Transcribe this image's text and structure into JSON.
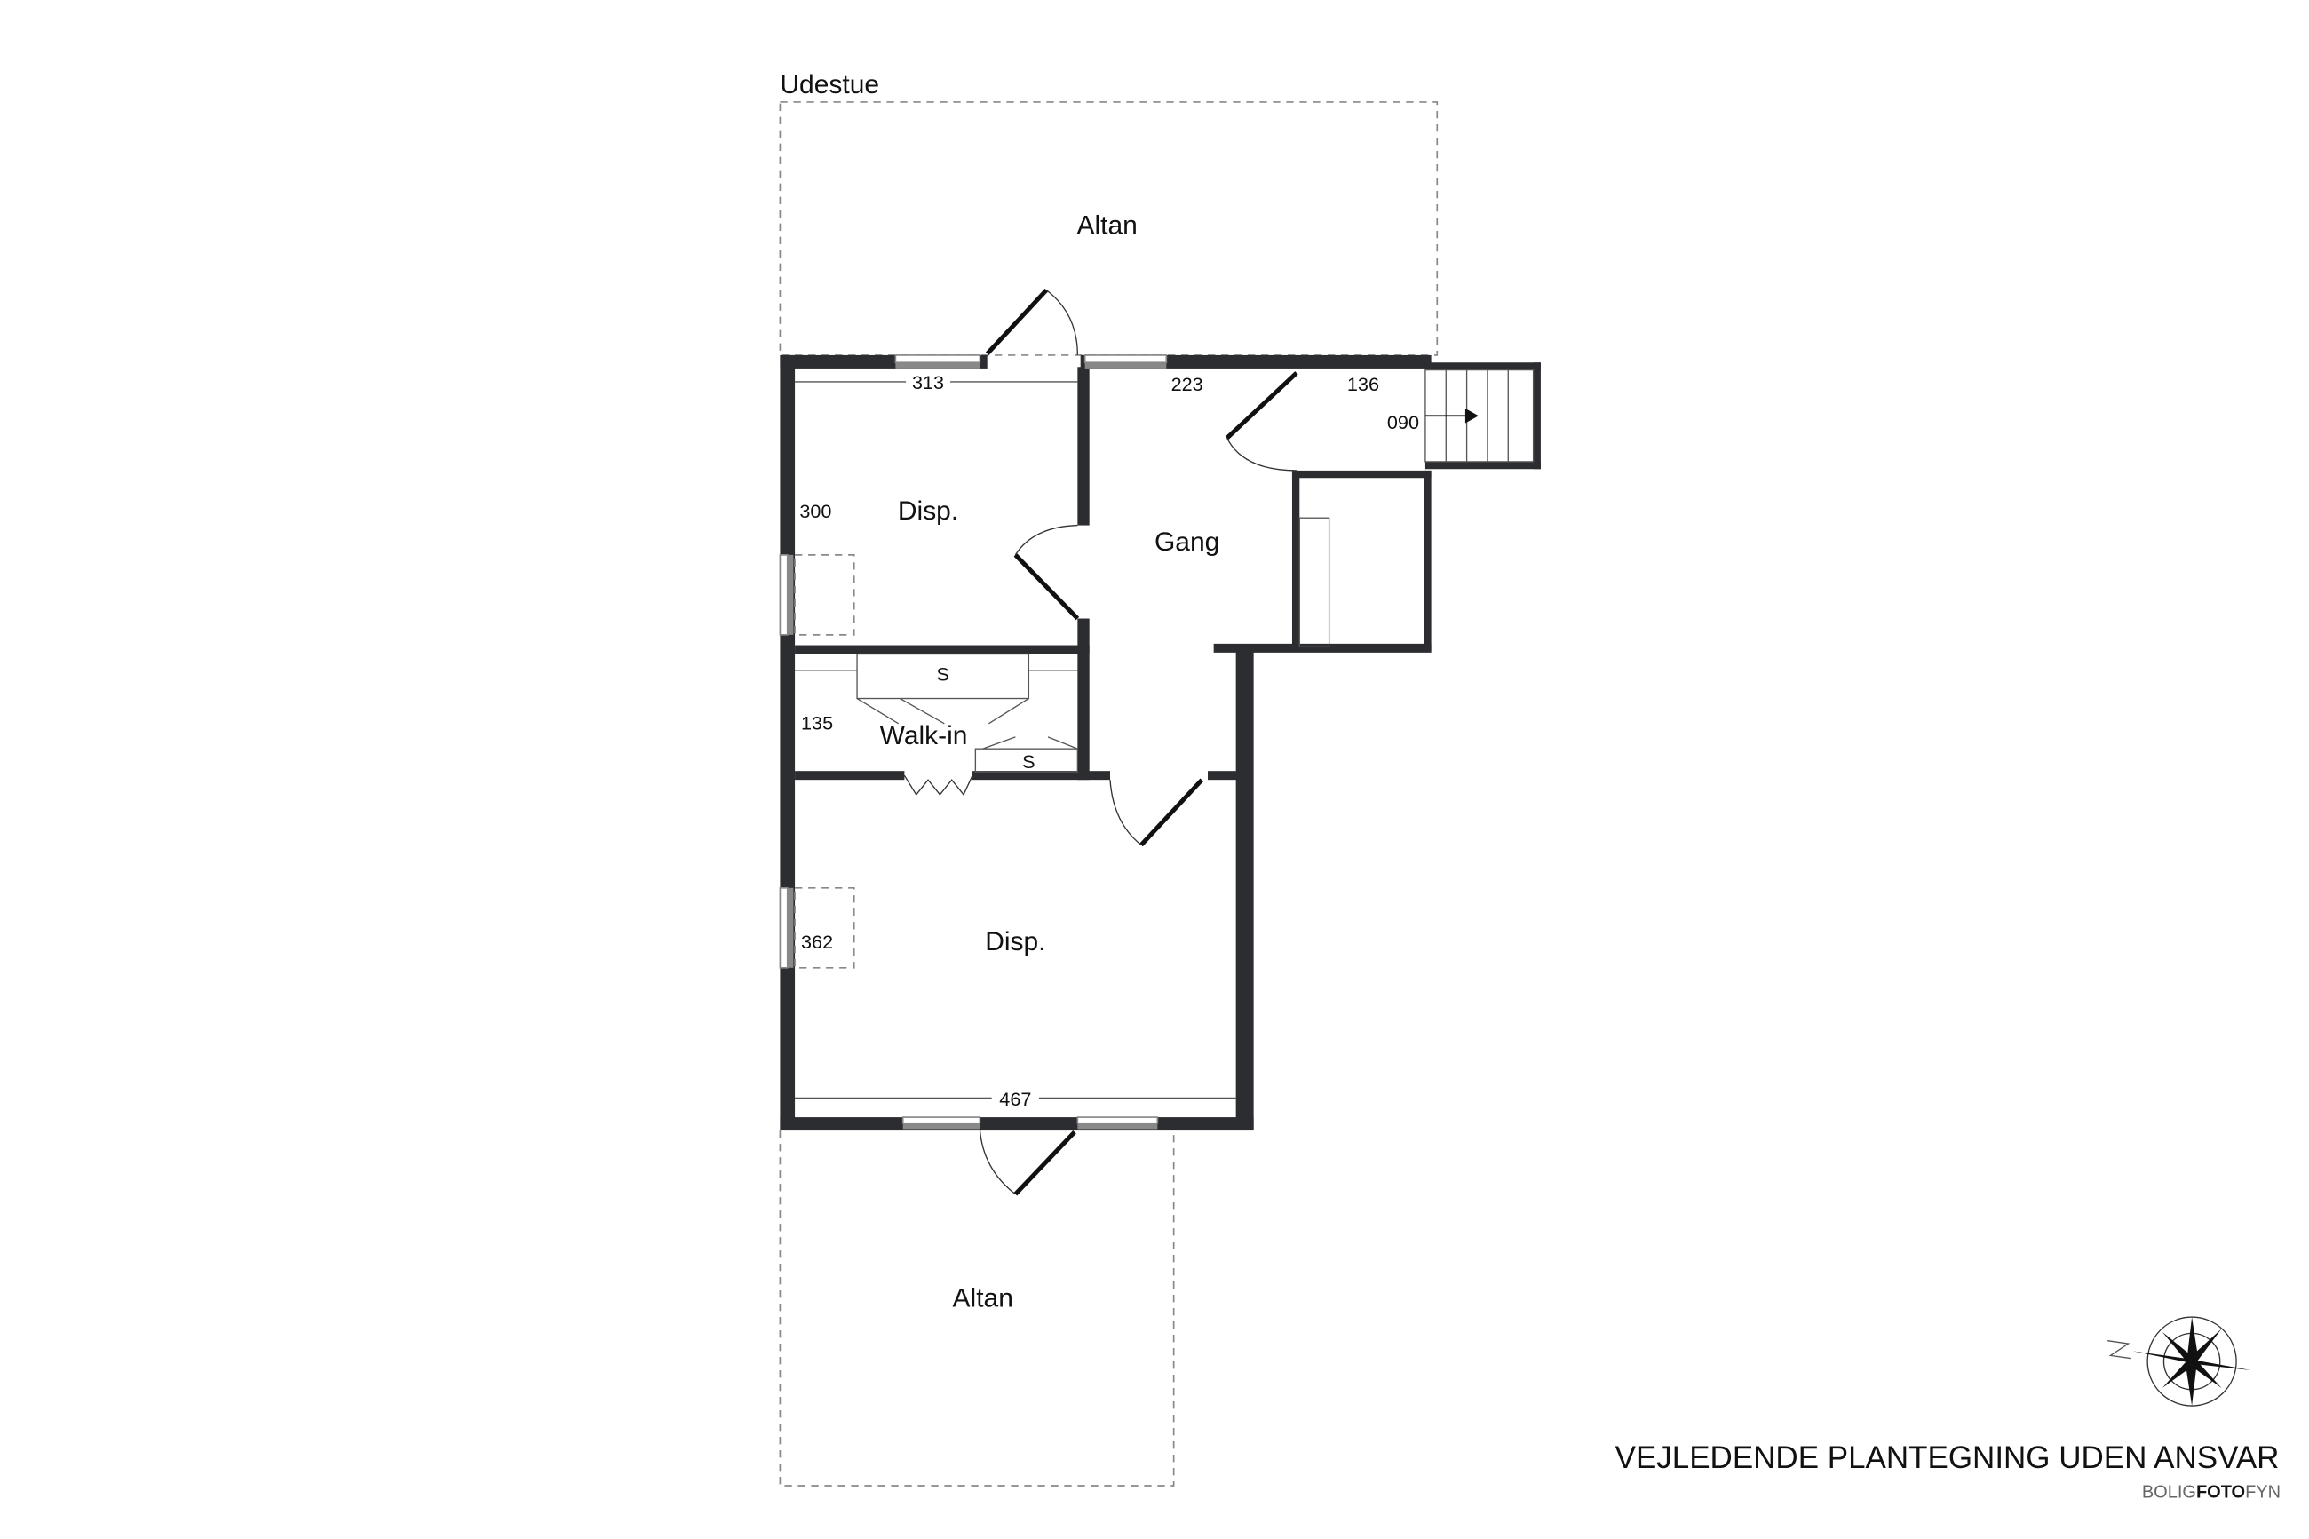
{
  "labels": {
    "udestue": "Udestue",
    "altan_top": "Altan",
    "altan_bottom": "Altan",
    "disp_top": "Disp.",
    "gang": "Gang",
    "walk_in": "Walk-in",
    "disp_bottom": "Disp.",
    "storage_1": "S",
    "storage_2": "S"
  },
  "dimensions": {
    "d313": "313",
    "d223": "223",
    "d136": "136",
    "d090": "090",
    "d300": "300",
    "d135": "135",
    "d362": "362",
    "d467": "467"
  },
  "footer": {
    "disclaimer": "VEJLEDENDE PLANTEGNING UDEN ANSVAR",
    "brand_1": "BOLIG",
    "brand_2": "FOTO",
    "brand_3": "FYN"
  },
  "colors": {
    "wall": "#2b2d31"
  }
}
